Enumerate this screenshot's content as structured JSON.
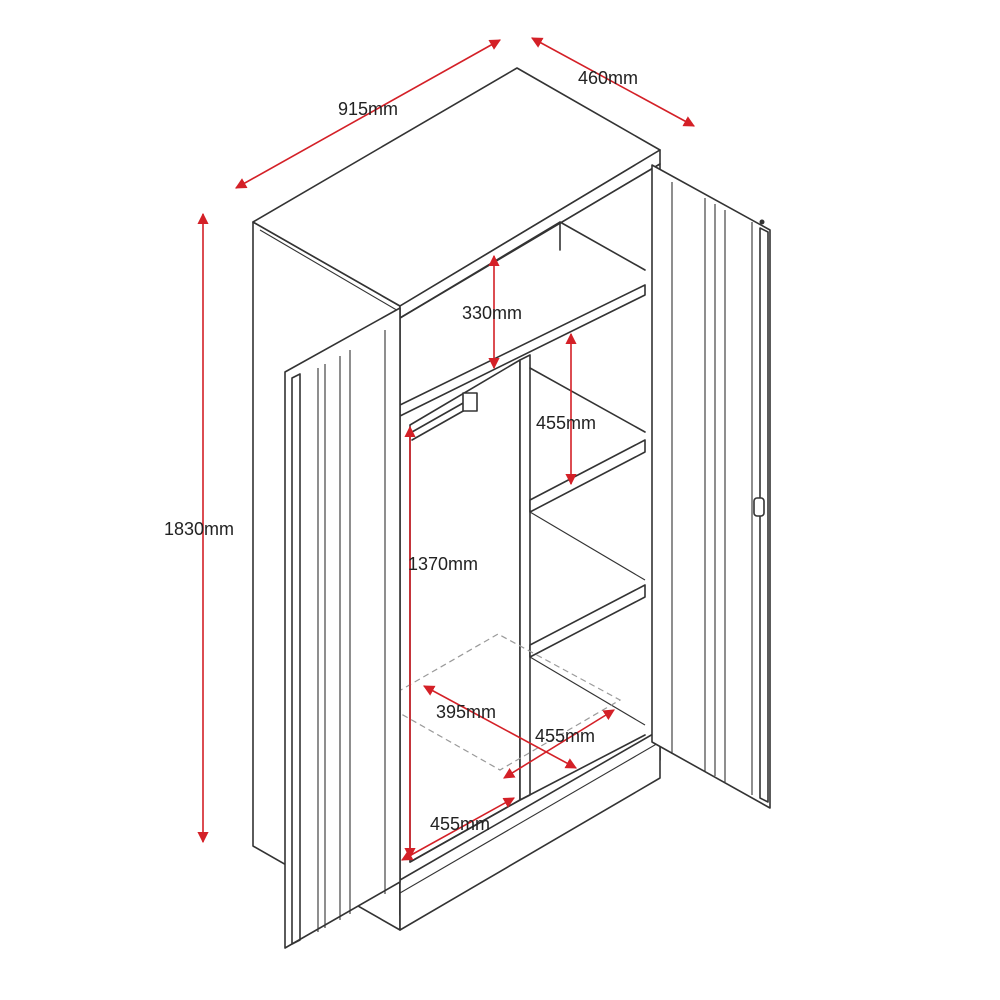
{
  "colors": {
    "outline": "#333333",
    "dimension": "#d42027",
    "floor_guide": "#9a9a9a",
    "background": "#ffffff"
  },
  "dimensions": {
    "width": "915mm",
    "depth": "460mm",
    "height": "1830mm",
    "top_compartment": "330mm",
    "shelf_spacing": "455mm",
    "hanging_height": "1370mm",
    "hanging_depth": "395mm",
    "shelf_depth": "455mm",
    "hanging_width": "455mm"
  }
}
